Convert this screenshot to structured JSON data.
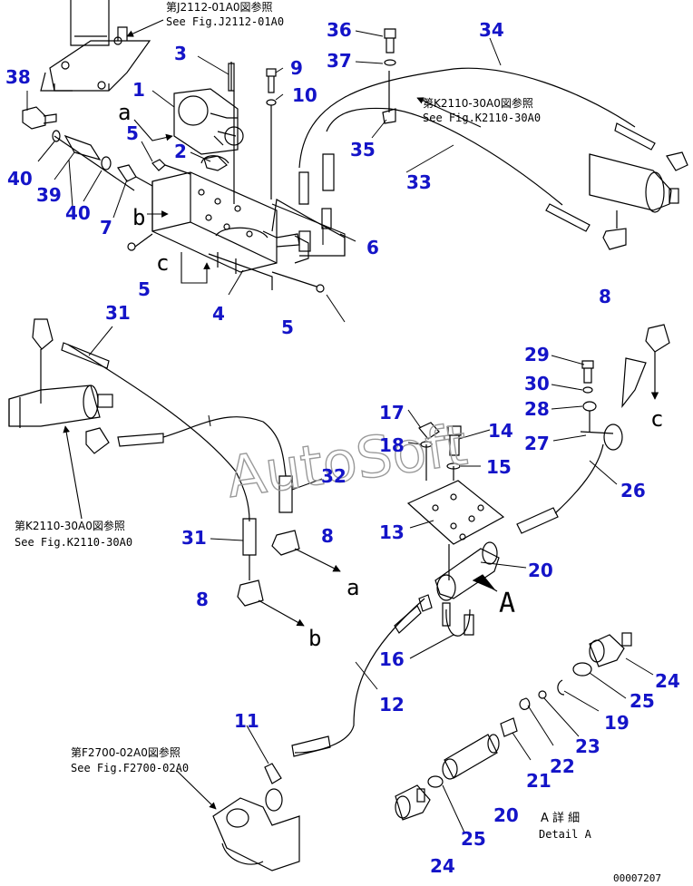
{
  "diagram": {
    "watermark": "AutoSoft",
    "drawing_id": "00007207",
    "detail_title": {
      "ja": "A 詳 細",
      "en": "Detail A"
    },
    "references": [
      {
        "ja": "第J2112-01A0図参照",
        "en": "See Fig.J2112-01A0"
      },
      {
        "ja": "第K2110-30A0図参照",
        "en": "See Fig.K2110-30A0"
      },
      {
        "ja": "第K2110-30A0図参照",
        "en": "See Fig.K2110-30A0"
      },
      {
        "ja": "第F2700-02A0図参照",
        "en": "See Fig.F2700-02A0"
      }
    ],
    "view_markers": [
      "a",
      "b",
      "c",
      "A"
    ],
    "callouts": [
      "1",
      "2",
      "3",
      "4",
      "5",
      "6",
      "7",
      "8",
      "9",
      "10",
      "11",
      "12",
      "13",
      "14",
      "15",
      "16",
      "17",
      "18",
      "19",
      "20",
      "21",
      "22",
      "23",
      "24",
      "25",
      "26",
      "27",
      "28",
      "29",
      "30",
      "31",
      "32",
      "33",
      "34",
      "35",
      "36",
      "37",
      "38",
      "39",
      "40"
    ],
    "colors": {
      "callout": "#1414c8",
      "line": "#000000",
      "watermark": "#9a9a9a"
    }
  }
}
